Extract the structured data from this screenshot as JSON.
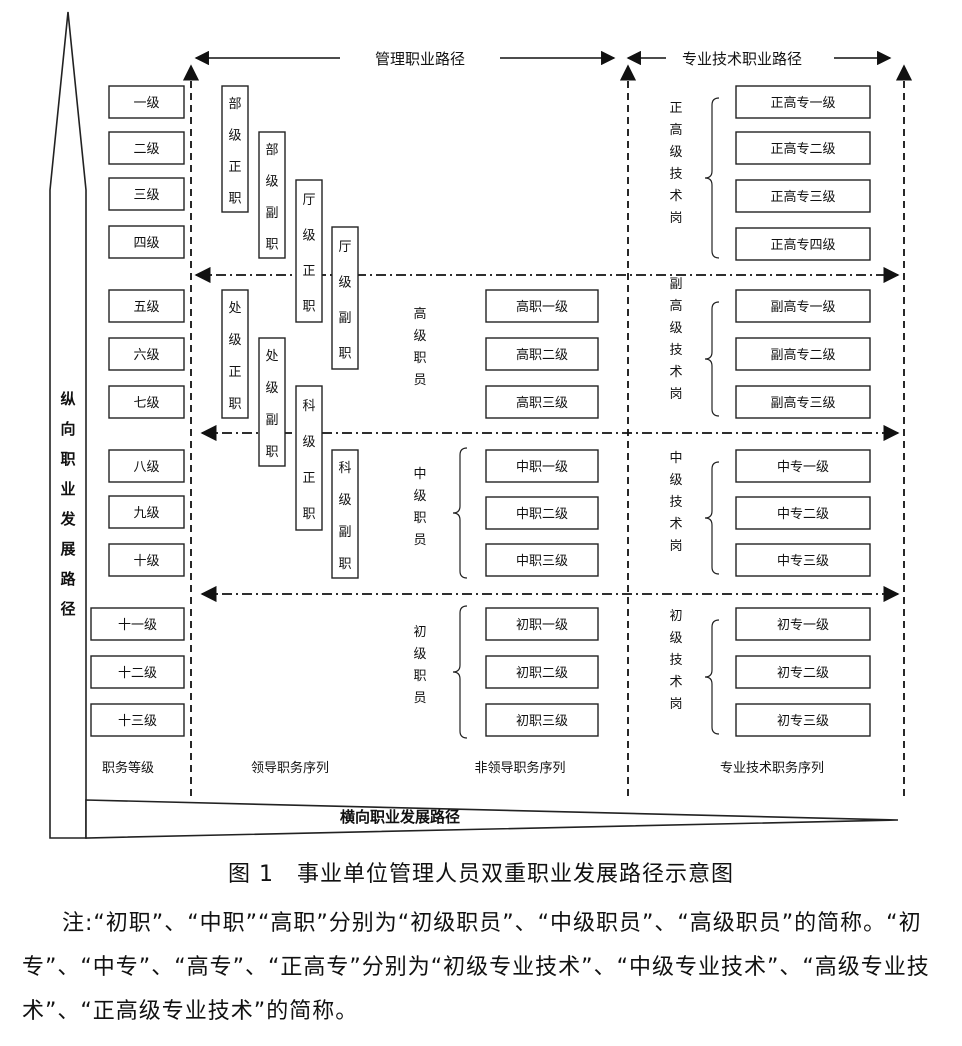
{
  "diagram": {
    "path_mgmt": "管理职业路径",
    "path_tech": "专业技术职业路径",
    "vertical_path": "纵向职业发展路径",
    "horizontal_path": "横向职业发展路径",
    "grades": [
      "一级",
      "二级",
      "三级",
      "四级",
      "五级",
      "六级",
      "七级",
      "八级",
      "九级",
      "十级",
      "十一级",
      "十二级",
      "十三级"
    ],
    "leader_posts": [
      "部级正职",
      "部级副职",
      "厅级正职",
      "厅级副职",
      "处级正职",
      "处级副职",
      "科级正职",
      "科级副职"
    ],
    "nonleader_groups": [
      {
        "name": "高级职员",
        "items": [
          "高职一级",
          "高职二级",
          "高职三级"
        ]
      },
      {
        "name": "中级职员",
        "items": [
          "中职一级",
          "中职二级",
          "中职三级"
        ]
      },
      {
        "name": "初级职员",
        "items": [
          "初职一级",
          "初职二级",
          "初职三级"
        ]
      }
    ],
    "tech_groups": [
      {
        "name": "正高级技术岗",
        "items": [
          "正高专一级",
          "正高专二级",
          "正高专三级",
          "正高专四级"
        ]
      },
      {
        "name": "副高级技术岗",
        "items": [
          "副高专一级",
          "副高专二级",
          "副高专三级"
        ]
      },
      {
        "name": "中级技术岗",
        "items": [
          "中专一级",
          "中专二级",
          "中专三级"
        ]
      },
      {
        "name": "初级技术岗",
        "items": [
          "初专一级",
          "初专二级",
          "初专三级"
        ]
      }
    ],
    "column_labels": [
      "职务等级",
      "领导职务序列",
      "非领导职务序列",
      "专业技术职务序列"
    ]
  },
  "caption": "图 1　事业单位管理人员双重职业发展路径示意图",
  "note": "注:“初职”、“中职”“高职”分别为“初级职员”、“中级职员”、“高级职员”的简称。“初专”、“中专”、“高专”、“正高专”分别为“初级专业技术”、“中级专业技术”、“高级专业技术”、“正高级专业技术”的简称。"
}
